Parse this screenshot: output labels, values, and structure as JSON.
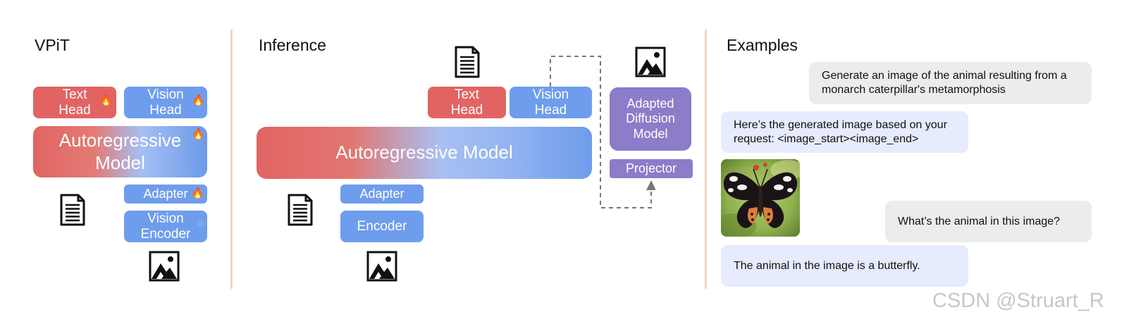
{
  "vpit": {
    "title": "VPiT",
    "text_head": "Text\nHead",
    "vision_head": "Vision\nHead",
    "autoregressive": "Autoregressive\nModel",
    "adapter": "Adapter",
    "vision_encoder": "Vision\nEncoder"
  },
  "inference": {
    "title": "Inference",
    "text_head": "Text\nHead",
    "vision_head": "Vision\nHead",
    "autoregressive": "Autoregressive Model",
    "adapter": "Adapter",
    "encoder": "Encoder",
    "diffusion": "Adapted\nDiffusion\nModel",
    "projector": "Projector"
  },
  "examples": {
    "title": "Examples",
    "messages": [
      {
        "role": "user",
        "text": "Generate an image of the animal resulting from a monarch caterpillar's metamorphosis"
      },
      {
        "role": "assistant",
        "text": "Here’s the generated image based on your request: <image_start><image_end>"
      },
      {
        "role": "user",
        "text": "What’s the animal in this image?"
      },
      {
        "role": "assistant",
        "text": "The animal in the image is a butterfly."
      }
    ]
  },
  "watermark": "CSDN @Struart_R",
  "icons": {
    "document": "document-icon",
    "image": "image-icon",
    "trainable": "fire-icon",
    "frozen": "snowflake-icon"
  },
  "colors": {
    "text_head": "#e16463",
    "vision_blue": "#6f9ded",
    "diffusion_purple": "#8c7cc9",
    "divider": "#f6d3bf",
    "user_bubble": "#ececec",
    "assistant_bubble": "#e6ebfd"
  }
}
